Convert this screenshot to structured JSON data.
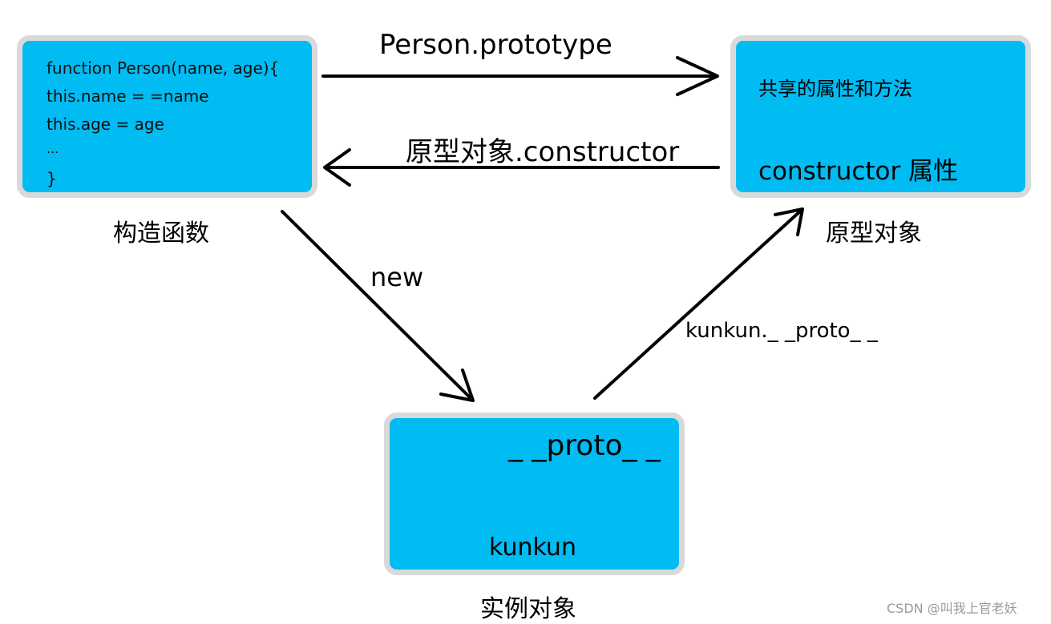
{
  "constructor_box": {
    "code_lines": [
      "function Person(name, age){",
      "this.name = =name",
      "this.age = age",
      "...",
      "}"
    ],
    "caption": "构造函数"
  },
  "prototype_box": {
    "shared_text": "共享的属性和方法",
    "constructor_text": "constructor 属性",
    "caption": "原型对象"
  },
  "instance_box": {
    "proto_text": "_ _proto_ _",
    "name_text": "kunkun",
    "caption": "实例对象"
  },
  "arrows": {
    "prototype_label": "Person.prototype",
    "constructor_label": "原型对象.constructor",
    "new_label": "new",
    "proto_label": "kunkun._ _proto_ _"
  },
  "watermark": "CSDN @叫我上官老妖",
  "colors": {
    "box_fill": "#00bcf2",
    "box_border": "#d9d9d9",
    "arrow": "#000000"
  }
}
